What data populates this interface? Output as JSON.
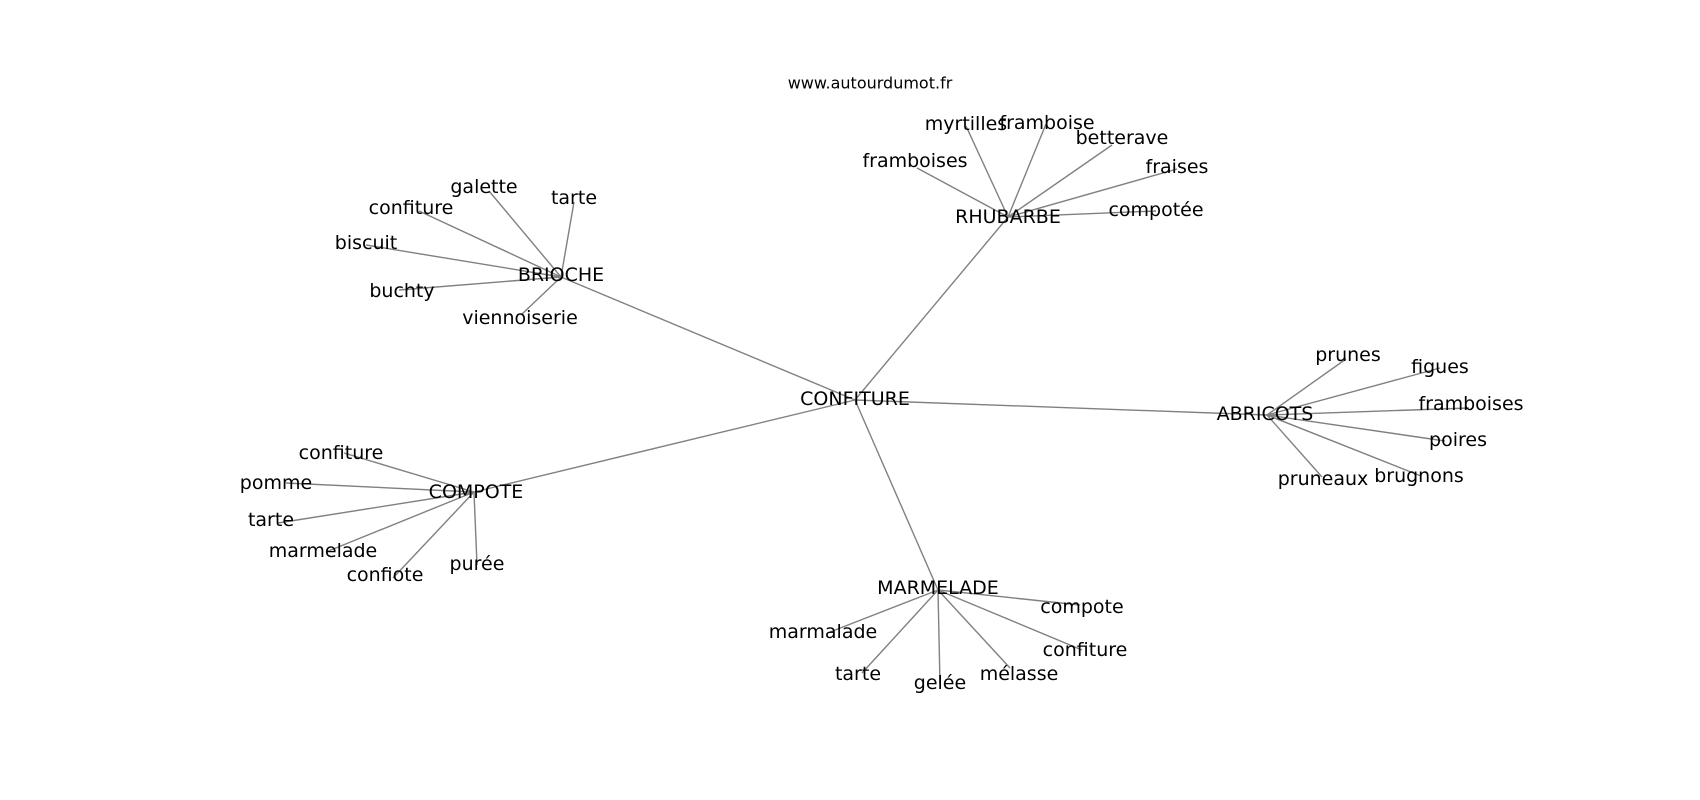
{
  "website": "www.autourdumot.fr",
  "graph": {
    "center": "CONFITURE",
    "hubs": [
      {
        "label": "RHUBARBE",
        "leaves": [
          "myrtilles",
          "framboise",
          "betterave",
          "framboises",
          "fraises",
          "compotée"
        ]
      },
      {
        "label": "BRIOCHE",
        "leaves": [
          "galette",
          "tarte",
          "confiture",
          "biscuit",
          "buchty",
          "viennoiserie"
        ]
      },
      {
        "label": "ABRICOTS",
        "leaves": [
          "prunes",
          "figues",
          "framboises",
          "poires",
          "brugnons",
          "pruneaux"
        ]
      },
      {
        "label": "COMPOTE",
        "leaves": [
          "confiture",
          "pomme",
          "tarte",
          "marmelade",
          "confiote",
          "purée"
        ]
      },
      {
        "label": "MARMELADE",
        "leaves": [
          "compote",
          "marmalade",
          "confiture",
          "tarte",
          "gelée",
          "mélasse"
        ]
      }
    ]
  }
}
